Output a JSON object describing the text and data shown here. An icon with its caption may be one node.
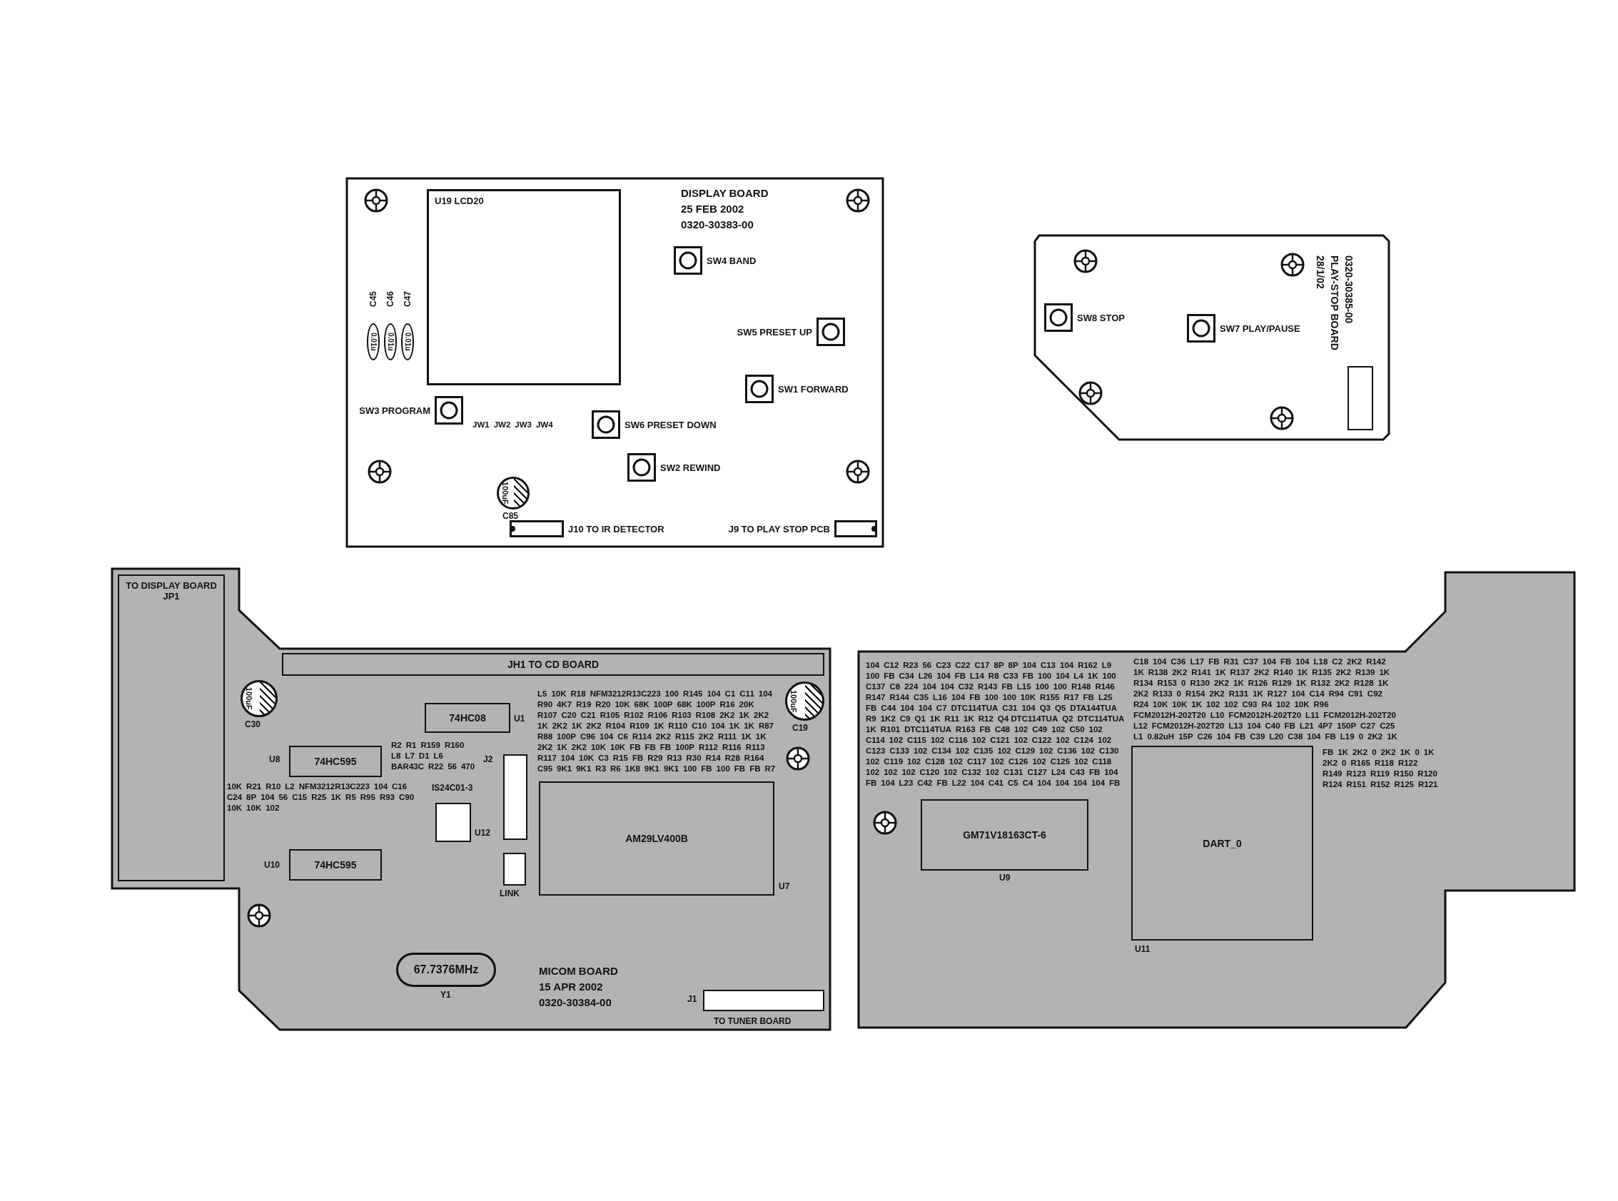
{
  "diagram": {
    "nodes": [
      {
        "text": [
          "DISPLAY BOARD",
          "25 FEB 2002",
          "0320-30383-00"
        ]
      },
      {
        "text": [
          "U19 LCD20"
        ],
        "in": 0
      },
      {
        "text": [
          "0.01u"
        ],
        "beside": [
          "C45"
        ],
        "in": 0
      },
      {
        "text": [
          "0.01u"
        ],
        "beside": [
          "C46"
        ],
        "in": 0
      },
      {
        "text": [
          "0.01u"
        ],
        "beside": [
          "C47"
        ],
        "in": 0
      },
      {
        "text": [
          "SW4 BAND"
        ],
        "in": 0
      },
      {
        "text": [
          "SW5 PRESET UP"
        ],
        "in": 0
      },
      {
        "text": [
          "SW1 FORWARD"
        ],
        "in": 0
      },
      {
        "text": [
          "SW3 PROGRAM"
        ],
        "in": 0
      },
      {
        "text": [
          "SW6 PRESET DOWN"
        ],
        "in": 0
      },
      {
        "text": [
          "SW2 REWIND"
        ],
        "in": 0
      },
      {
        "text": [
          "100uF"
        ],
        "beside": [
          "C85"
        ],
        "in": 0
      },
      {
        "text": [
          "J10 TO IR DETECTOR"
        ],
        "in": 0
      },
      {
        "text": [
          "J9 TO PLAY STOP PCB"
        ],
        "in": 0
      },
      {
        "text": [
          "0320-30385-00",
          "PLAY-STOP BOARD",
          "28/1/02"
        ]
      },
      {
        "text": [
          "SW8 STOP"
        ],
        "in": 14
      },
      {
        "text": [
          "SW7 PLAY/PAUSE"
        ],
        "in": 14
      },
      {
        "text": [],
        "shape": "box",
        "in": 14
      },
      {
        "text": [
          "MICOM BOARD",
          "15 APR 2002",
          "0320-30384-00"
        ]
      },
      {
        "text": [
          "TO DISPLAY BOARD",
          "JP1"
        ],
        "in": 18
      },
      {
        "text": [
          "JH1 TO CD BOARD"
        ],
        "in": 18
      },
      {
        "text": [
          "100uF"
        ],
        "beside": [
          "C30"
        ],
        "in": 18
      },
      {
        "text": [
          "74HC595"
        ],
        "beside": [
          "U8"
        ],
        "in": 18
      },
      {
        "text": [
          "74HC08"
        ],
        "beside": [
          "U1"
        ],
        "in": 18
      },
      {
        "text": [
          "74HC595"
        ],
        "beside": [
          "U10"
        ],
        "in": 18
      },
      {
        "text": [],
        "shape": "box",
        "beside": [
          "IS24C01-3",
          "U12"
        ],
        "in": 18
      },
      {
        "text": [],
        "shape": "box",
        "beside": [
          "J2"
        ],
        "in": 18
      },
      {
        "text": [],
        "shape": "box",
        "beside": [
          "LINK"
        ],
        "in": 18
      },
      {
        "text": [
          "AM29LV400B"
        ],
        "beside": [
          "U7"
        ],
        "in": 18
      },
      {
        "text": [
          "100uF"
        ],
        "beside": [
          "C19"
        ],
        "in": 18
      },
      {
        "text": [
          "67.7376MHz"
        ],
        "beside": [
          "Y1"
        ],
        "in": 18
      },
      {
        "text": [],
        "shape": "box",
        "beside": [
          "J1",
          "TO TUNER BOARD"
        ],
        "in": 18
      },
      {
        "text": [],
        "shape": "box"
      },
      {
        "text": [
          "GM71V18163CT-6"
        ],
        "beside": [
          "U9"
        ],
        "in": 32
      },
      {
        "text": [
          "DART_0"
        ],
        "beside": [
          "U11"
        ],
        "in": 32
      }
    ],
    "labels": [
      "JW1",
      "JW2",
      "JW3",
      "JW4",
      "L5",
      "10K",
      "R18",
      "NFM3212R13C223",
      "100",
      "R145",
      "104",
      "C1",
      "C11",
      "104",
      "R90",
      "4K7",
      "R19",
      "R20",
      "10K",
      "68K",
      "100P",
      "68K",
      "100P",
      "R16",
      "20K",
      "R107",
      "C20",
      "C21",
      "R105",
      "R102",
      "R106",
      "R103",
      "R108",
      "2K2",
      "1K",
      "2K2",
      "1K",
      "2K2",
      "1K",
      "2K2",
      "R104",
      "R109",
      "1K",
      "R110",
      "C10",
      "104",
      "1K",
      "1K",
      "R87",
      "R88",
      "100P",
      "C96",
      "104",
      "C6",
      "R114",
      "2K2",
      "R115",
      "2K2",
      "R111",
      "1K",
      "1K",
      "2K2",
      "1K",
      "2K2",
      "10K",
      "10K",
      "FB",
      "FB",
      "FB",
      "100P",
      "R112",
      "R116",
      "R113",
      "R117",
      "104",
      "10K",
      "C3",
      "R15",
      "FB",
      "R29",
      "R13",
      "R30",
      "R14",
      "R28",
      "R164",
      "C95",
      "9K1",
      "9K1",
      "R3",
      "R6",
      "1K8",
      "9K1",
      "9K1",
      "100",
      "FB",
      "100",
      "FB",
      "FB",
      "R7",
      "R2",
      "R1",
      "R159",
      "R160",
      "L8",
      "L7",
      "D1",
      "L6",
      "BAR43C",
      "R22",
      "56",
      "470",
      "10K",
      "R21",
      "R10",
      "L2",
      "NFM3212R13C223",
      "104",
      "C16",
      "C24",
      "8P",
      "104",
      "56",
      "C15",
      "R25",
      "1K",
      "R5",
      "R95",
      "R93",
      "C90",
      "10K",
      "10K",
      "102",
      "104",
      "C12",
      "R23",
      "56",
      "C23",
      "C22",
      "C17",
      "8P",
      "8P",
      "104",
      "C13",
      "104",
      "R162",
      "L9",
      "100",
      "FB",
      "C34",
      "L26",
      "104",
      "FB",
      "L14",
      "R8",
      "C33",
      "FB",
      "100",
      "104",
      "L4",
      "1K",
      "100",
      "C137",
      "C8",
      "224",
      "104",
      "104",
      "C32",
      "R143",
      "FB",
      "L15",
      "100",
      "100",
      "R148",
      "R146",
      "R147",
      "R144",
      "C35",
      "L16",
      "104",
      "FB",
      "100",
      "100",
      "10K",
      "R155",
      "R17",
      "FB",
      "L25",
      "FB",
      "C44",
      "104",
      "104",
      "C7",
      "DTC114TUA",
      "C31",
      "104",
      "Q3",
      "Q5",
      "DTA144TUA",
      "R9",
      "1K2",
      "C9",
      "Q1",
      "1K",
      "R11",
      "1K",
      "R12",
      "Q4 DTC114TUA",
      "Q2",
      "DTC114TUA",
      "1K",
      "R101",
      "DTC114TUA",
      "R163",
      "FB",
      "C48",
      "102",
      "C49",
      "102",
      "C50",
      "102",
      "C114",
      "102",
      "C115",
      "102",
      "C116",
      "102",
      "C121",
      "102",
      "C122",
      "102",
      "C124",
      "102",
      "C123",
      "C133",
      "102",
      "C134",
      "102",
      "C135",
      "102",
      "C129",
      "102",
      "C136",
      "102",
      "C130",
      "102",
      "C119",
      "102",
      "C128",
      "102",
      "C117",
      "102",
      "C126",
      "102",
      "C125",
      "102",
      "C118",
      "102",
      "102",
      "102",
      "C120",
      "102",
      "C132",
      "102",
      "C131",
      "C127",
      "L24",
      "C43",
      "FB",
      "104",
      "FB",
      "104",
      "L23",
      "C42",
      "FB",
      "L22",
      "104",
      "C41",
      "C5",
      "C4",
      "104",
      "104",
      "104",
      "104",
      "FB",
      "C18",
      "104",
      "C36",
      "L17",
      "FB",
      "R31",
      "C37",
      "104",
      "FB",
      "104",
      "L18",
      "C2",
      "2K2",
      "R142",
      "1K",
      "R138",
      "2K2",
      "R141",
      "1K",
      "R137",
      "2K2",
      "R140",
      "1K",
      "R135",
      "2K2",
      "R139",
      "1K",
      "R134",
      "R153",
      "0",
      "R130",
      "2K2",
      "1K",
      "R126",
      "R129",
      "1K",
      "R132",
      "2K2",
      "R128",
      "1K",
      "2K2",
      "R133",
      "0",
      "R154",
      "2K2",
      "R131",
      "1K",
      "R127",
      "104",
      "C14",
      "R94",
      "C91",
      "C92",
      "R24",
      "10K",
      "10K",
      "1K",
      "102",
      "102",
      "C93",
      "R4",
      "102",
      "10K",
      "R96",
      "FCM2012H-202T20",
      "L10",
      "FCM2012H-202T20",
      "L11",
      "FCM2012H-202T20",
      "L12",
      "FCM2012H-202T20",
      "L13",
      "104",
      "C40",
      "FB",
      "L21",
      "4P7",
      "150P",
      "C27",
      "C25",
      "L1",
      "0.82uH",
      "15P",
      "C26",
      "104",
      "FB",
      "C39",
      "L20",
      "C38",
      "104",
      "FB",
      "L19",
      "0",
      "2K2",
      "1K",
      "FB",
      "1K",
      "2K2",
      "0",
      "2K2",
      "1K",
      "0",
      "1K",
      "2K2",
      "0",
      "R165",
      "R118",
      "R122",
      "R149",
      "R123",
      "R119",
      "R150",
      "R120",
      "R124",
      "R151",
      "R152",
      "R125",
      "R121"
    ]
  }
}
